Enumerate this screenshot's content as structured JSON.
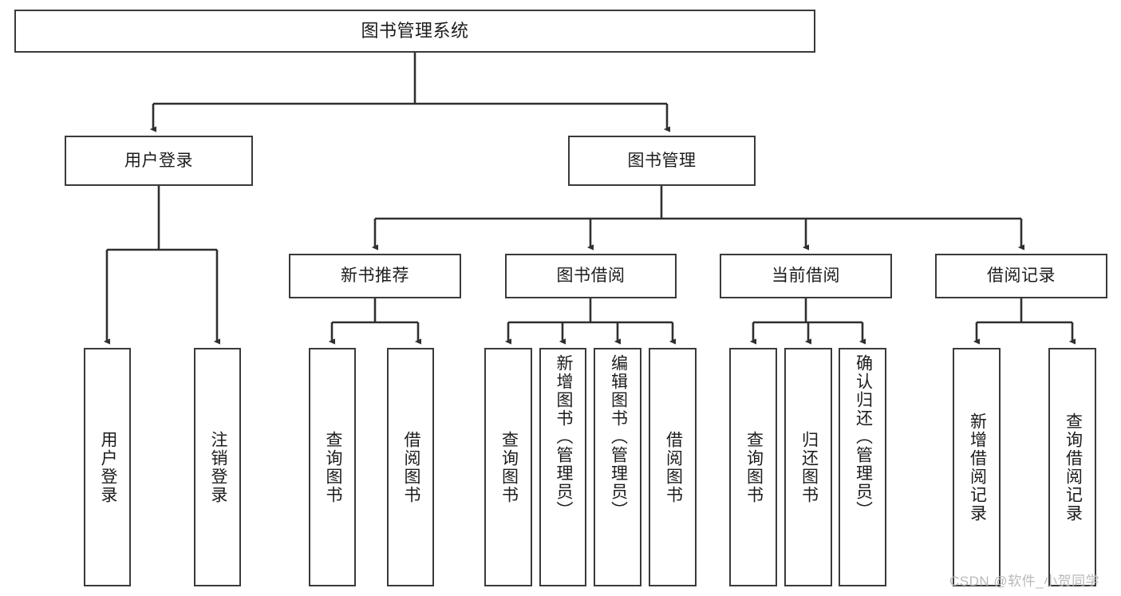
{
  "diagram": {
    "title_node": {
      "label": "图书管理系统"
    },
    "level2": [
      {
        "label": "用户登录"
      },
      {
        "label": "图书管理"
      }
    ],
    "level3": [
      {
        "label": "新书推荐"
      },
      {
        "label": "图书借阅"
      },
      {
        "label": "当前借阅"
      },
      {
        "label": "借阅记录"
      }
    ],
    "leaves": {
      "user_login": [
        {
          "label": "用户登录"
        },
        {
          "label": "注销登录"
        }
      ],
      "new_book_recommend": [
        {
          "label": "查询图书"
        },
        {
          "label": "借阅图书"
        }
      ],
      "book_borrow": [
        {
          "label": "查询图书"
        },
        {
          "label": "新增图书（管理员）"
        },
        {
          "label": "编辑图书（管理员）"
        },
        {
          "label": "借阅图书"
        }
      ],
      "current_borrow": [
        {
          "label": "查询图书"
        },
        {
          "label": "归还图书"
        },
        {
          "label": "确认归还（管理员）"
        }
      ],
      "borrow_record": [
        {
          "label": "新增借阅记录"
        },
        {
          "label": "查询借阅记录"
        }
      ]
    },
    "colors": {
      "background": "#ffffff",
      "box_border": "#3a3a3a",
      "box_fill": "#ffffff",
      "edge": "#2f2f2f",
      "text": "#1c1c1c",
      "watermark": "#b9b9b9"
    }
  },
  "watermark": {
    "text": "CSDN @软件_小贺同学"
  }
}
